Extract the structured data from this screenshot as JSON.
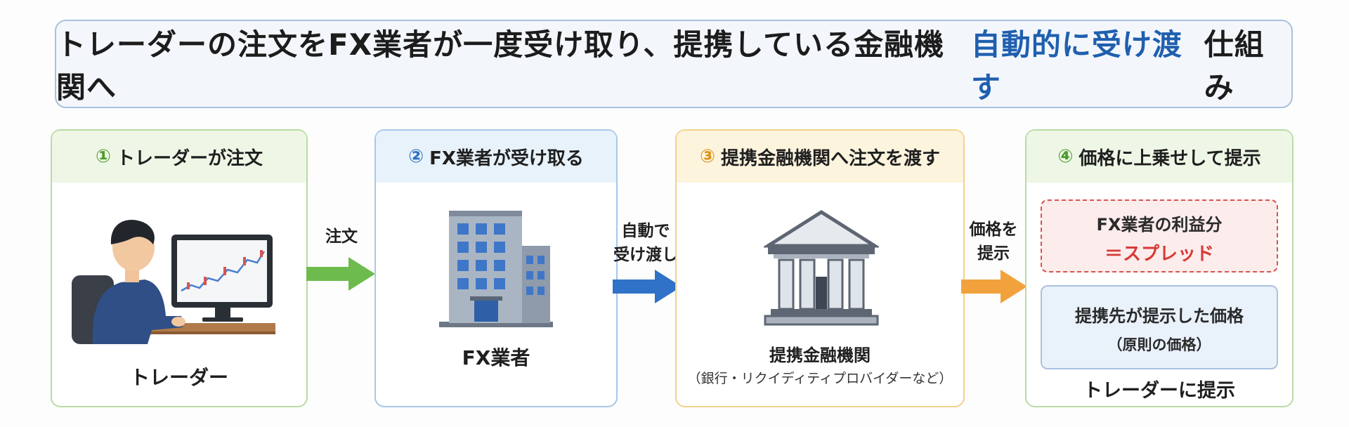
{
  "title": {
    "part1": "トレーダーの注文をFX業者が一度受け取り、提携している金融機関へ",
    "highlight": "自動的に受け渡す",
    "part2": "仕組み",
    "highlight_color": "#1f5fae"
  },
  "steps": [
    {
      "num": "①",
      "label": "トレーダーが注文",
      "caption": "トレーダー",
      "icon": "trader-at-computer"
    },
    {
      "num": "②",
      "label": "FX業者が受け取る",
      "caption": "FX業者",
      "icon": "office-building"
    },
    {
      "num": "③",
      "label": "提携金融機関へ注文を渡す",
      "caption": "提携金融機関",
      "sub": "（銀行・リクイディティプロバイダーなど）",
      "icon": "bank-building"
    },
    {
      "num": "④",
      "label": "価格に上乗せして提示",
      "caption": "トレーダーに提示"
    }
  ],
  "arrows": [
    {
      "label_lines": [
        "注文"
      ],
      "color": "#6dbb4c"
    },
    {
      "label_lines": [
        "自動で",
        "受け渡し"
      ],
      "color": "#2f72c7"
    },
    {
      "label_lines": [
        "価格を",
        "提示"
      ],
      "color": "#f2a23c"
    }
  ],
  "spread": {
    "line1": "FX業者の利益分",
    "line2": "＝スプレッド"
  },
  "base_price": {
    "line1": "提携先が提示した価格",
    "line2": "（原則の価格）"
  }
}
